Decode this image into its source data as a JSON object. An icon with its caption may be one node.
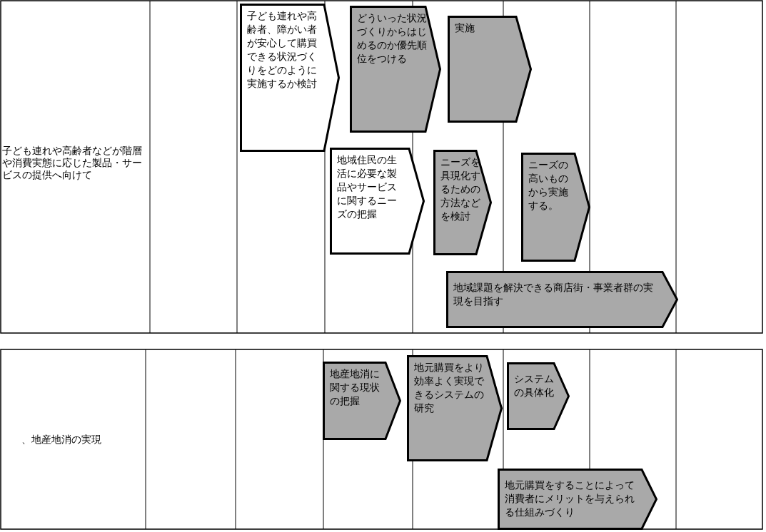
{
  "diagram": {
    "nodes": [
      {
        "text": [
          "子ども連れや高齢者、障がい者が安心して購買できる状況づくりをどのように実施するか検討"
        ]
      },
      {
        "text": [
          "どういった状況づくりからはじめるのか優先順位をつける"
        ]
      },
      {
        "text": [
          "実施"
        ]
      },
      {
        "text": [
          "地域住民の生活に必要な製品やサービスに関するニーズの把握"
        ]
      },
      {
        "text": [
          "ニーズを具現化するための方法などを検討"
        ]
      },
      {
        "text": [
          "ニーズの高いものから実施する。"
        ]
      },
      {
        "text": [
          "地域課題を解決できる商店街・事業者群の実現を目指す"
        ]
      },
      {
        "text": [
          "地産地消に関する現状の把握"
        ]
      },
      {
        "text": [
          "地元購買をより効率よく実現できるシステムの研究"
        ]
      },
      {
        "text": [
          "システムの具体化"
        ]
      },
      {
        "text": [
          "地元購買をすることによって消費者にメリットを与えられる仕組みづくり"
        ]
      }
    ],
    "labels": [
      "子ども連れや高齢者などが階層や消費実態に応じた製品・サービスの提供へ向けて",
      "、地産地消の実現"
    ]
  }
}
